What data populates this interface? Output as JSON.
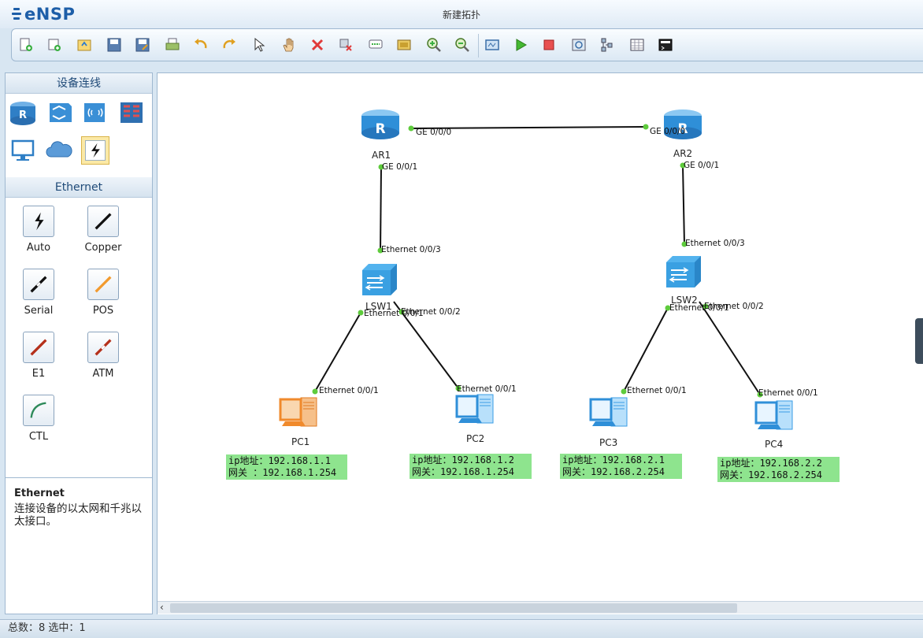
{
  "app": {
    "logo_text": "eNSP",
    "window_title": "新建拓扑"
  },
  "toolbar": {
    "buttons": [
      "new-topology",
      "new-test",
      "open",
      "save",
      "save-as",
      "print",
      "undo",
      "redo",
      "select",
      "pan",
      "delete",
      "delete-link",
      "text",
      "palette",
      "zoom-in",
      "zoom-out",
      "fit",
      "start",
      "stop",
      "capture",
      "topology-view",
      "grid",
      "command-line"
    ]
  },
  "left_panel": {
    "device_header": "设备连线",
    "devices": [
      "router",
      "switch",
      "wlan",
      "firewall",
      "pc",
      "cloud",
      "connection"
    ],
    "cable_header": "Ethernet",
    "cables": [
      {
        "label": "Auto"
      },
      {
        "label": "Copper"
      },
      {
        "label": "Serial"
      },
      {
        "label": "POS"
      },
      {
        "label": "E1"
      },
      {
        "label": "ATM"
      },
      {
        "label": "CTL"
      }
    ],
    "info_title": "Ethernet",
    "info_desc": "连接设备的以太网和千兆以太接口。"
  },
  "topology": {
    "nodes": {
      "AR1": "AR1",
      "AR2": "AR2",
      "LSW1": "LSW1",
      "LSW2": "LSW2",
      "PC1": "PC1",
      "PC2": "PC2",
      "PC3": "PC3",
      "PC4": "PC4"
    },
    "ports": {
      "ar1_ge000": "GE 0/0/0",
      "ar2_ge000": "GE 0/0/0",
      "ar1_ge001": "GE 0/0/1",
      "ar2_ge001": "GE 0/0/1",
      "lsw1_e003": "Ethernet 0/0/3",
      "lsw2_e003": "Ethernet 0/0/3",
      "lsw1_e001": "Ethernet 0/0/1",
      "lsw1_e002": "Ethernet 0/0/2",
      "lsw2_e001": "Ethernet 0/0/1",
      "lsw2_e002": "Ethernet 0/0/2",
      "pc1_e001": "Ethernet 0/0/1",
      "pc2_e001": "Ethernet 0/0/1",
      "pc3_e001": "Ethernet 0/0/1",
      "pc4_e001": "Ethernet 0/0/1"
    },
    "ip_labels": {
      "pc1": {
        "ip": "ip地址：192.168.1.1",
        "gw": "网关 ：192.168.1.254"
      },
      "pc2": {
        "ip": "ip地址：192.168.1.2",
        "gw": "网关：192.168.1.254"
      },
      "pc3": {
        "ip": "ip地址：192.168.2.1",
        "gw": "网关：192.168.2.254"
      },
      "pc4": {
        "ip": "ip地址：192.168.2.2",
        "gw": "网关：192.168.2.254"
      }
    }
  },
  "status": {
    "text": "总数：8  选中：1"
  },
  "colors": {
    "link_dot": "#5ecb3c",
    "ip_box": "#8ee48e",
    "device_blue": "#2f8fd8",
    "pc_orange": "#f08a2c"
  }
}
